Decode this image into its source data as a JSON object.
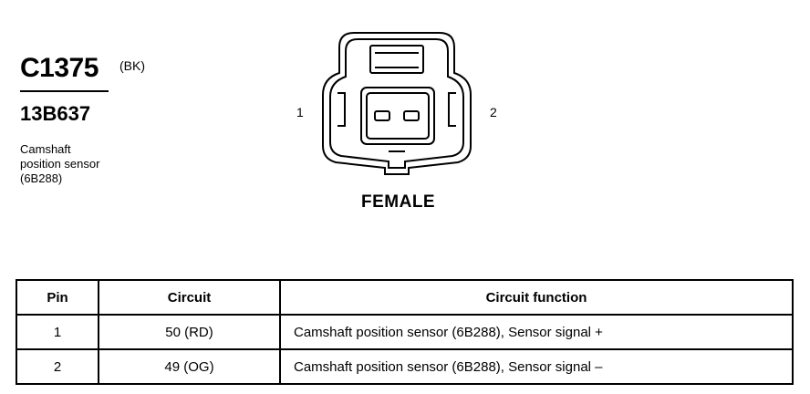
{
  "connector": {
    "id": "C1375",
    "color_code": "(BK)",
    "part_number": "13B637",
    "description_lines": [
      "Camshaft",
      "position sensor",
      "(6B288)"
    ]
  },
  "diagram": {
    "pin_left": "1",
    "pin_right": "2",
    "gender": "FEMALE"
  },
  "table": {
    "headers": [
      "Pin",
      "Circuit",
      "Circuit function"
    ],
    "rows": [
      {
        "pin": "1",
        "circuit": "50 (RD)",
        "function": "Camshaft position sensor (6B288), Sensor signal +"
      },
      {
        "pin": "2",
        "circuit": "49 (OG)",
        "function": "Camshaft position sensor (6B288), Sensor signal –"
      }
    ]
  }
}
